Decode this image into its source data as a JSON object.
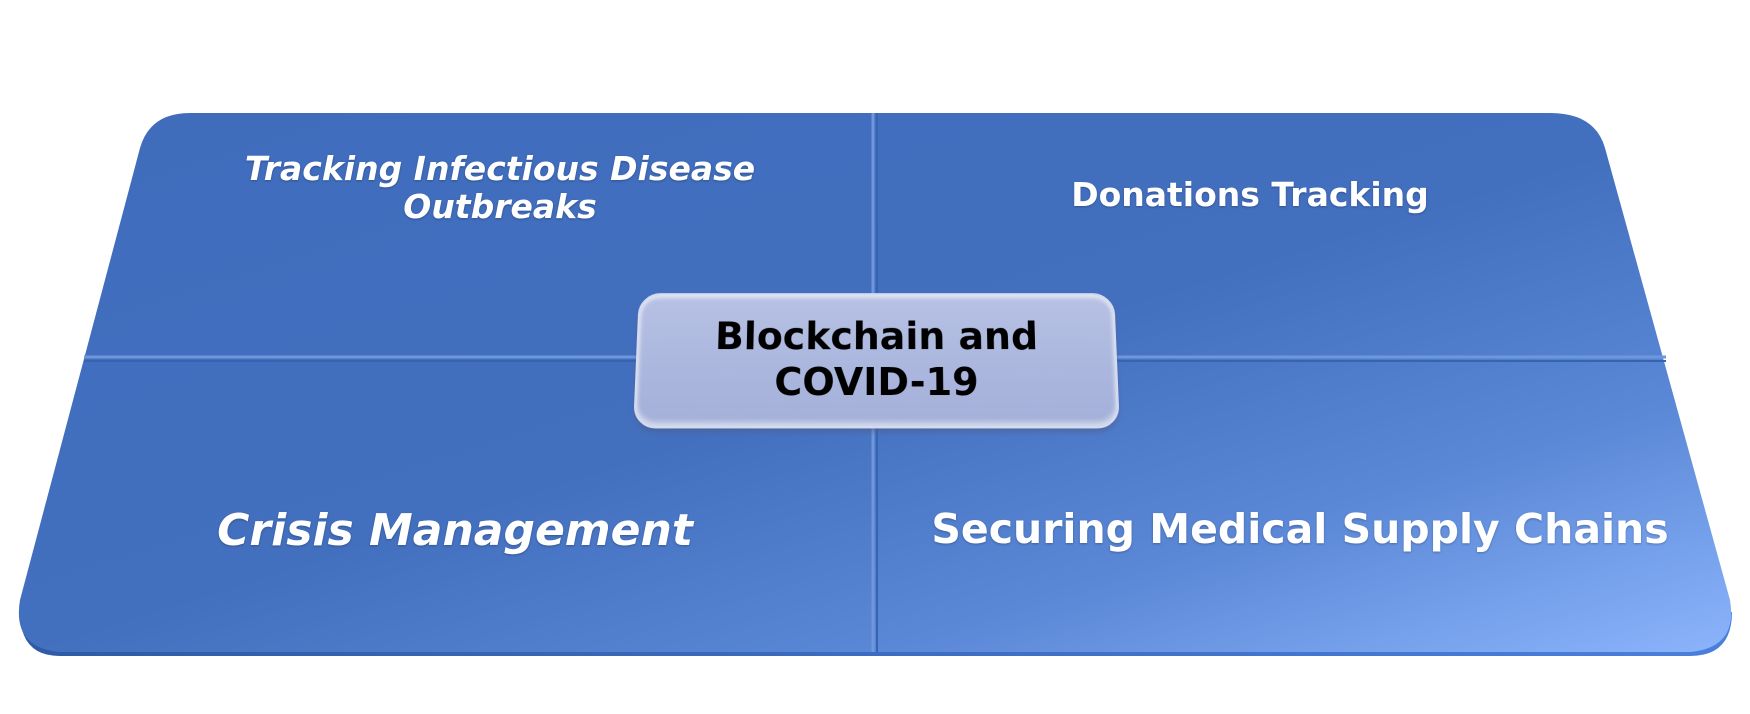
{
  "diagram": {
    "center": "Blockchain and COVID-19",
    "quadrants": [
      {
        "position": "top-left",
        "label": "Tracking Infectious Disease Outbreaks"
      },
      {
        "position": "top-right",
        "label": "Donations Tracking"
      },
      {
        "position": "bottom-left",
        "label": "Crisis Management"
      },
      {
        "position": "bottom-right",
        "label": "Securing Medical Supply Chains"
      }
    ],
    "colors": {
      "panel_dark": "#3f6cbc",
      "panel_light": "#8bb4fb",
      "center_box": "#aab6dd",
      "text_on_panel": "#ffffff",
      "text_center": "#000000"
    }
  }
}
